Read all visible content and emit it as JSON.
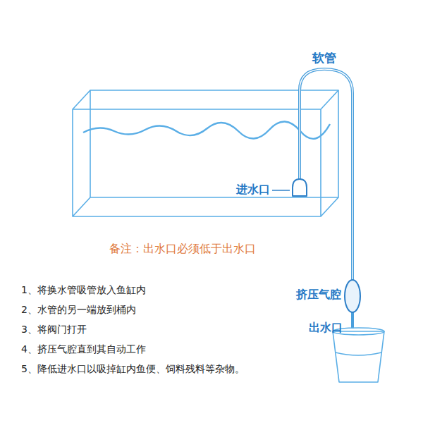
{
  "diagram": {
    "labels": [
      "软管",
      "进水口",
      "备注：出水口必须低于出水口",
      "挤压气腔",
      "出水口",
      "1、将换水管吸管放入鱼缸内",
      "2、水管的另一端放到桶内",
      "3、将阀门打开",
      "4、挤压气腔直到其自动工作",
      "5、降低进水口以吸掉缸内鱼便、饲料残料等杂物。"
    ]
  }
}
